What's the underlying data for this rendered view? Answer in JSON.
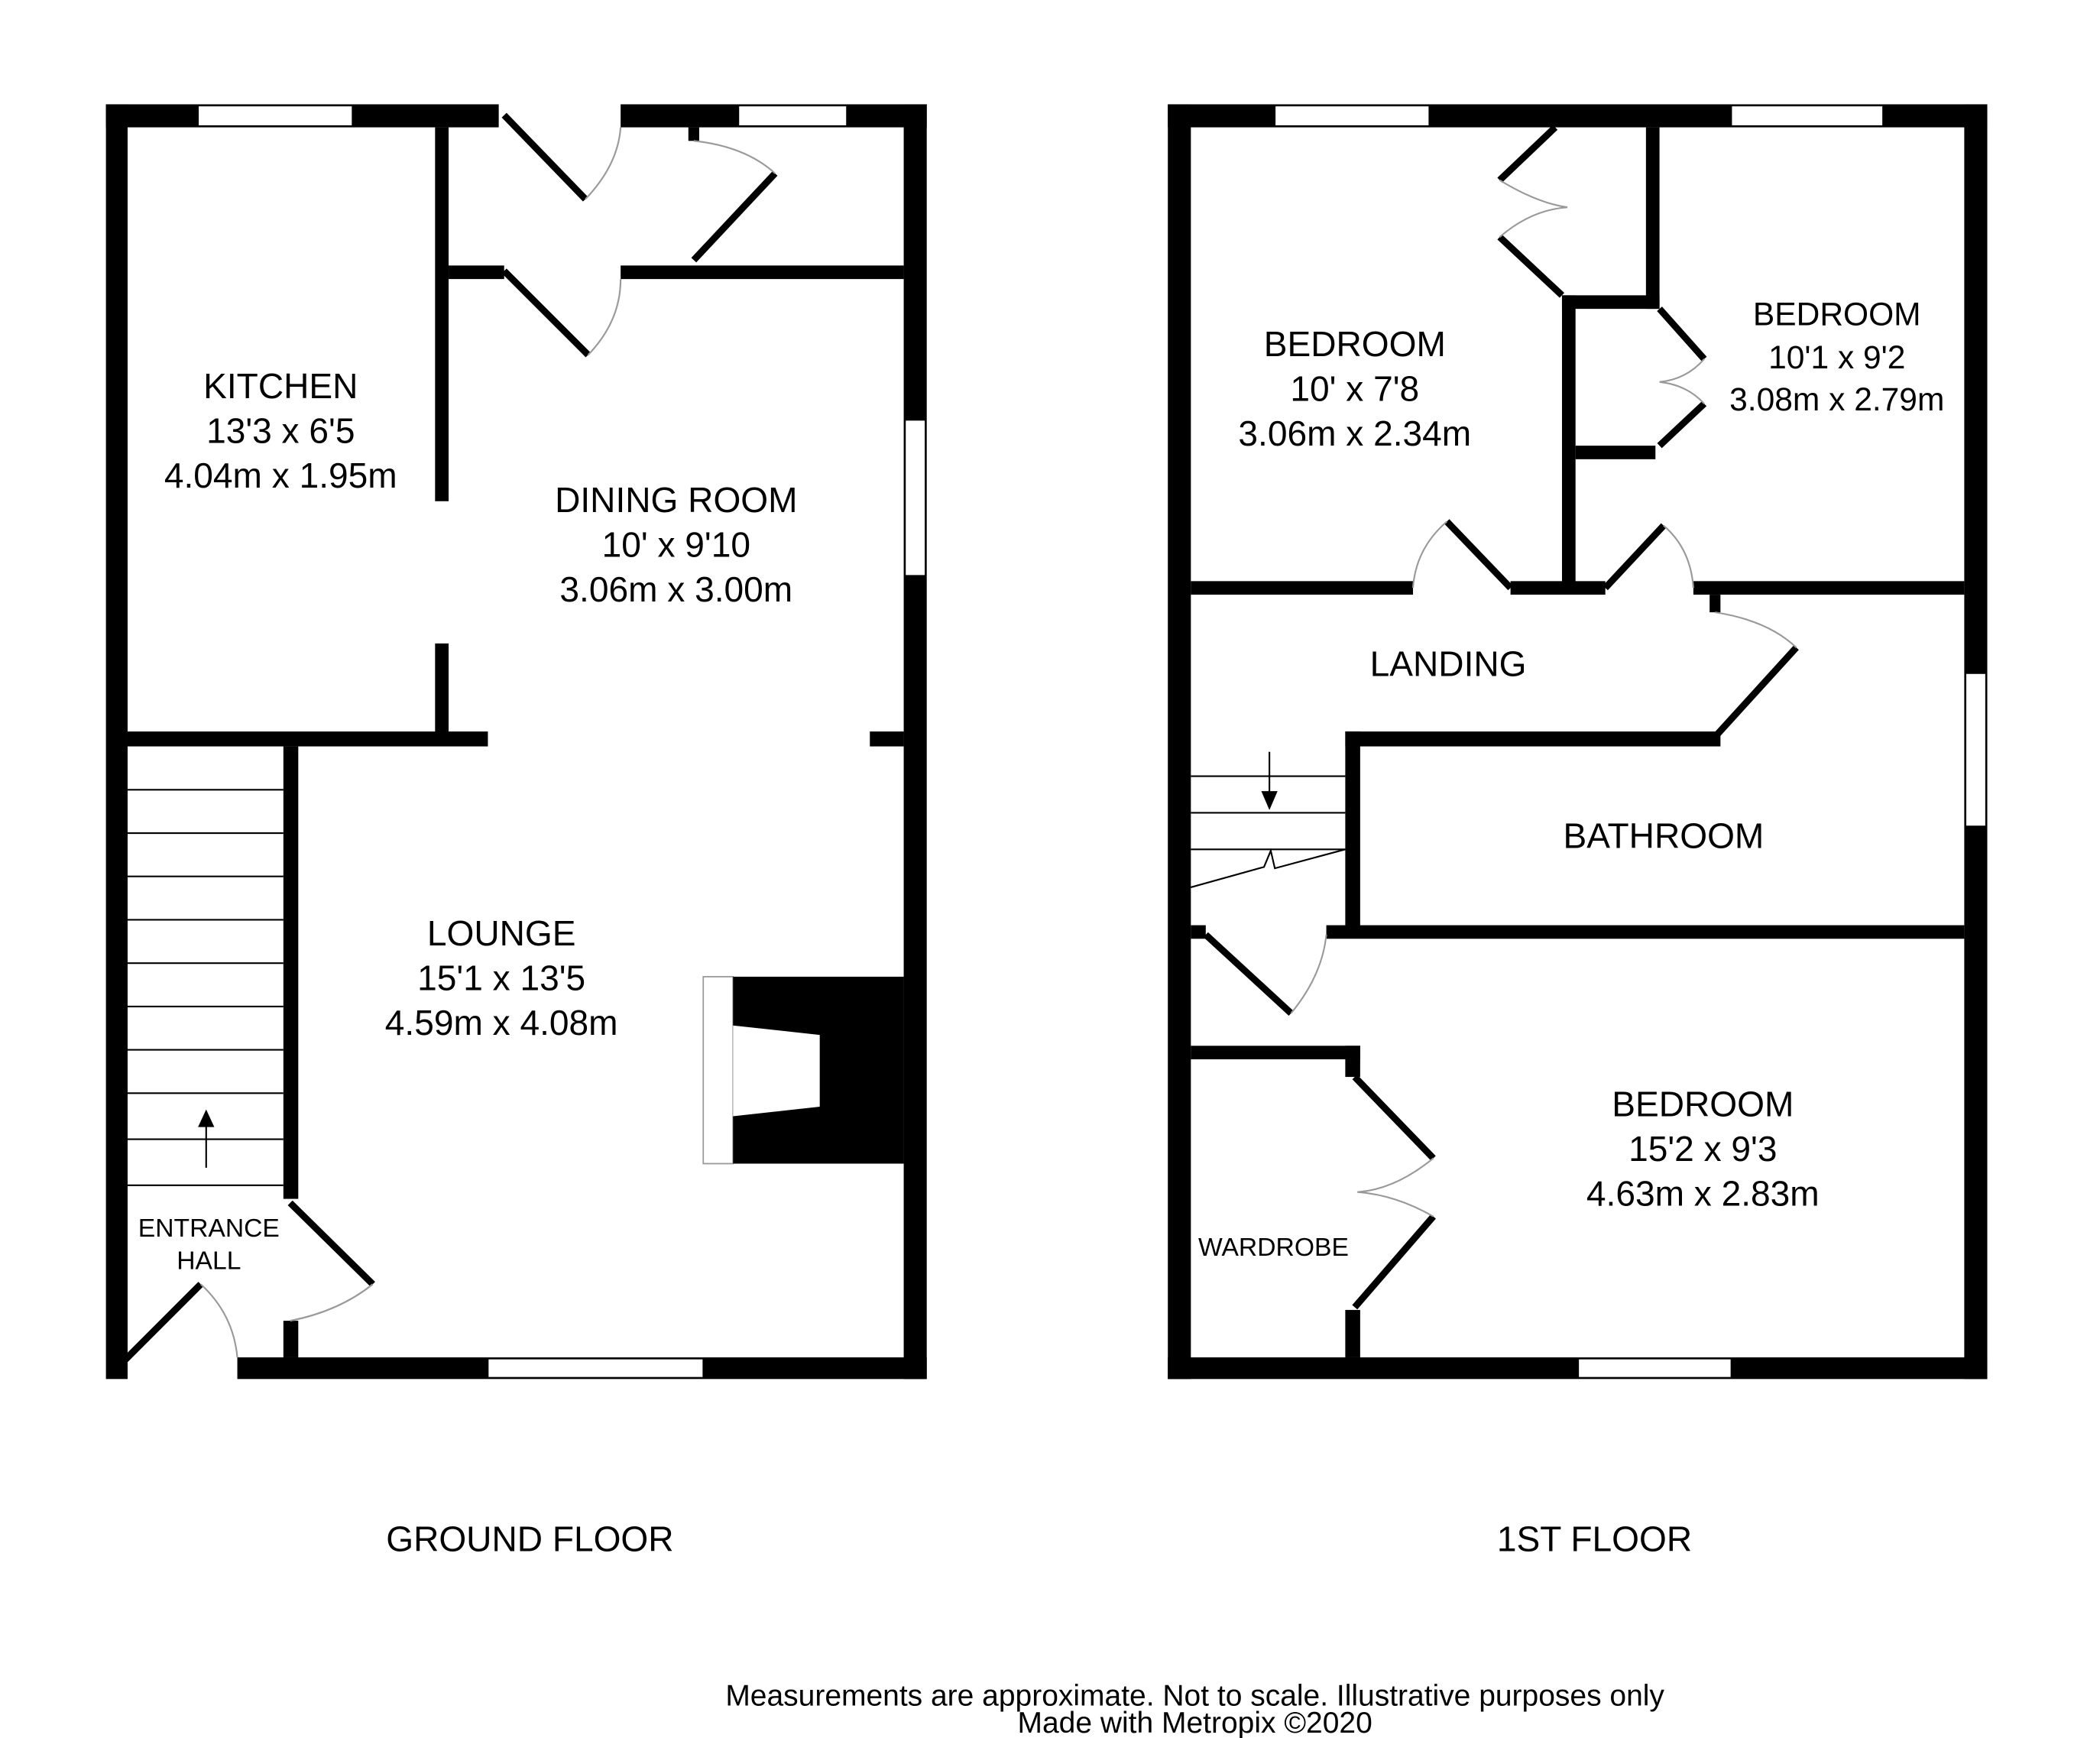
{
  "ground_floor": {
    "caption": "GROUND FLOOR",
    "rooms": [
      {
        "name": "KITCHEN",
        "imperial": "13'3 x 6'5",
        "metric": "4.04m x 1.95m"
      },
      {
        "name": "DINING ROOM",
        "imperial": "10' x 9'10",
        "metric": "3.06m x 3.00m"
      },
      {
        "name": "LOUNGE",
        "imperial": "15'1 x 13'5",
        "metric": "4.59m x 4.08m"
      },
      {
        "name": "ENTRANCE",
        "imperial": "HALL",
        "metric": ""
      }
    ]
  },
  "first_floor": {
    "caption": "1ST FLOOR",
    "rooms": [
      {
        "name": "BEDROOM",
        "imperial": "10' x 7'8",
        "metric": "3.06m x 2.34m"
      },
      {
        "name": "BEDROOM",
        "imperial": "10'1 x 9'2",
        "metric": "3.08m x 2.79m"
      },
      {
        "name": "LANDING"
      },
      {
        "name": "BATHROOM"
      },
      {
        "name": "BEDROOM",
        "imperial": "15'2 x 9'3",
        "metric": "4.63m x 2.83m"
      },
      {
        "name": "WARDROBE"
      }
    ]
  },
  "footer": {
    "line1": "Measurements are approximate.  Not to scale.  Illustrative purposes only",
    "line2": "Made with Metropix ©2020"
  }
}
